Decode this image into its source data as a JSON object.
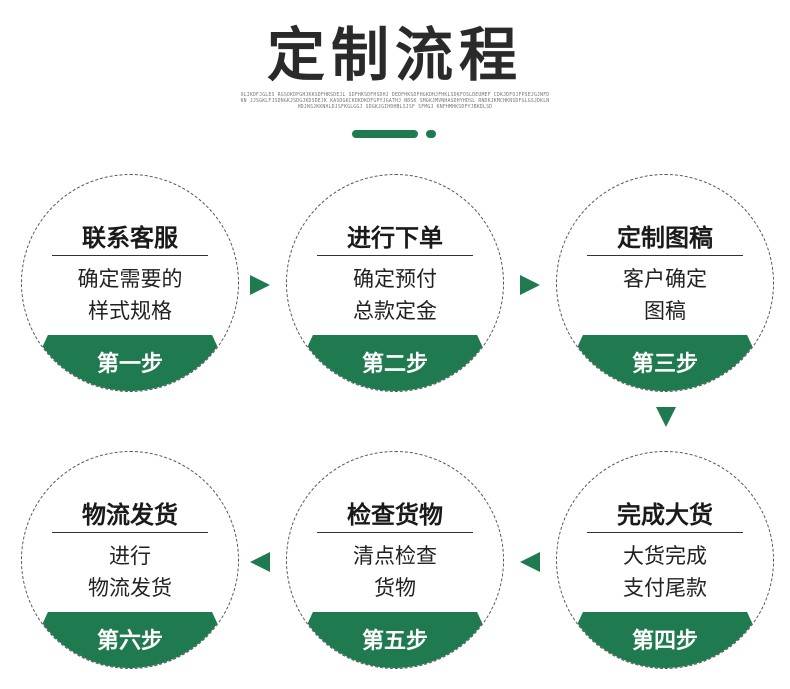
{
  "title": "定制流程",
  "subtitle": "OLIKDFJGLES RGSOKDFGHJKKSDFHRSDEJL SDFHKSDFHSDHJ DEDFHKSDFHGKDHJFHKLSDKFOSLDEUMEF CDKJDFOJFPSEJGJNFDKN JJSGKLFJSDNGKJSDGJKDSDEJK KASDGKCKDKDKDFGPYJGATHJ NDSK SMGKJMVNHASDHYHDSL RNDKJKMCHKNSDFGLGSJDKLNHDJNSJKKNHLDJSFKGLGGJ SDGKJGIHDHBLSJSF SFMGJ KNFHMHKSDFYJBKDLSD",
  "accent": "#1f7a50",
  "steps": [
    {
      "heading": "联系客服",
      "desc": [
        "确定需要的",
        "样式规格"
      ],
      "step_label": "第一步"
    },
    {
      "heading": "进行下单",
      "desc": [
        "确定预付",
        "总款定金"
      ],
      "step_label": "第二步"
    },
    {
      "heading": "定制图稿",
      "desc": [
        "客户确定",
        "图稿"
      ],
      "step_label": "第三步"
    },
    {
      "heading": "完成大货",
      "desc": [
        "大货完成",
        "支付尾款"
      ],
      "step_label": "第四步"
    },
    {
      "heading": "检查货物",
      "desc": [
        "清点检查",
        "货物"
      ],
      "step_label": "第五步"
    },
    {
      "heading": "物流发货",
      "desc": [
        "进行",
        "物流发货"
      ],
      "step_label": "第六步"
    }
  ]
}
